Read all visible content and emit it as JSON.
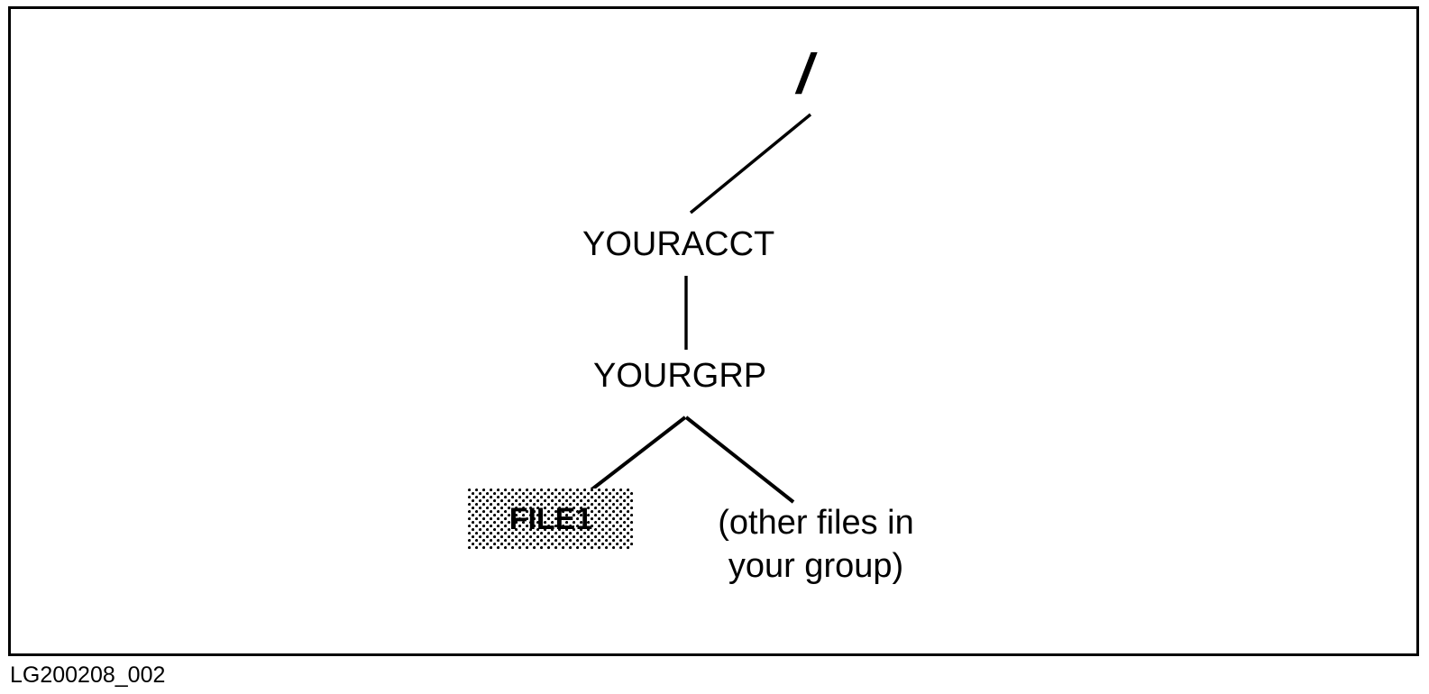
{
  "figure": {
    "caption": "LG200208_002",
    "border_color": "#000000",
    "background_color": "#ffffff",
    "ink_color": "#000000"
  },
  "diagram": {
    "type": "tree",
    "description": "File system hierarchy from root to a highlighted file",
    "nodes": {
      "root": {
        "label": "/",
        "name": "root-directory"
      },
      "account": {
        "label": "YOURACCT",
        "name": "account-directory"
      },
      "group": {
        "label": "YOURGRP",
        "name": "group-directory"
      },
      "file": {
        "label": "FILE1",
        "name": "highlighted-file",
        "highlighted": true,
        "highlight_style": "stipple"
      },
      "others": {
        "line1": "(other files in",
        "line2": "your group)",
        "name": "other-files-annotation"
      }
    },
    "edges": [
      {
        "from": "account",
        "to": "root",
        "style": "diagonal"
      },
      {
        "from": "account",
        "to": "group",
        "style": "vertical"
      },
      {
        "from": "group",
        "to": "file",
        "style": "diagonal"
      },
      {
        "from": "group",
        "to": "others",
        "style": "diagonal"
      }
    ]
  }
}
